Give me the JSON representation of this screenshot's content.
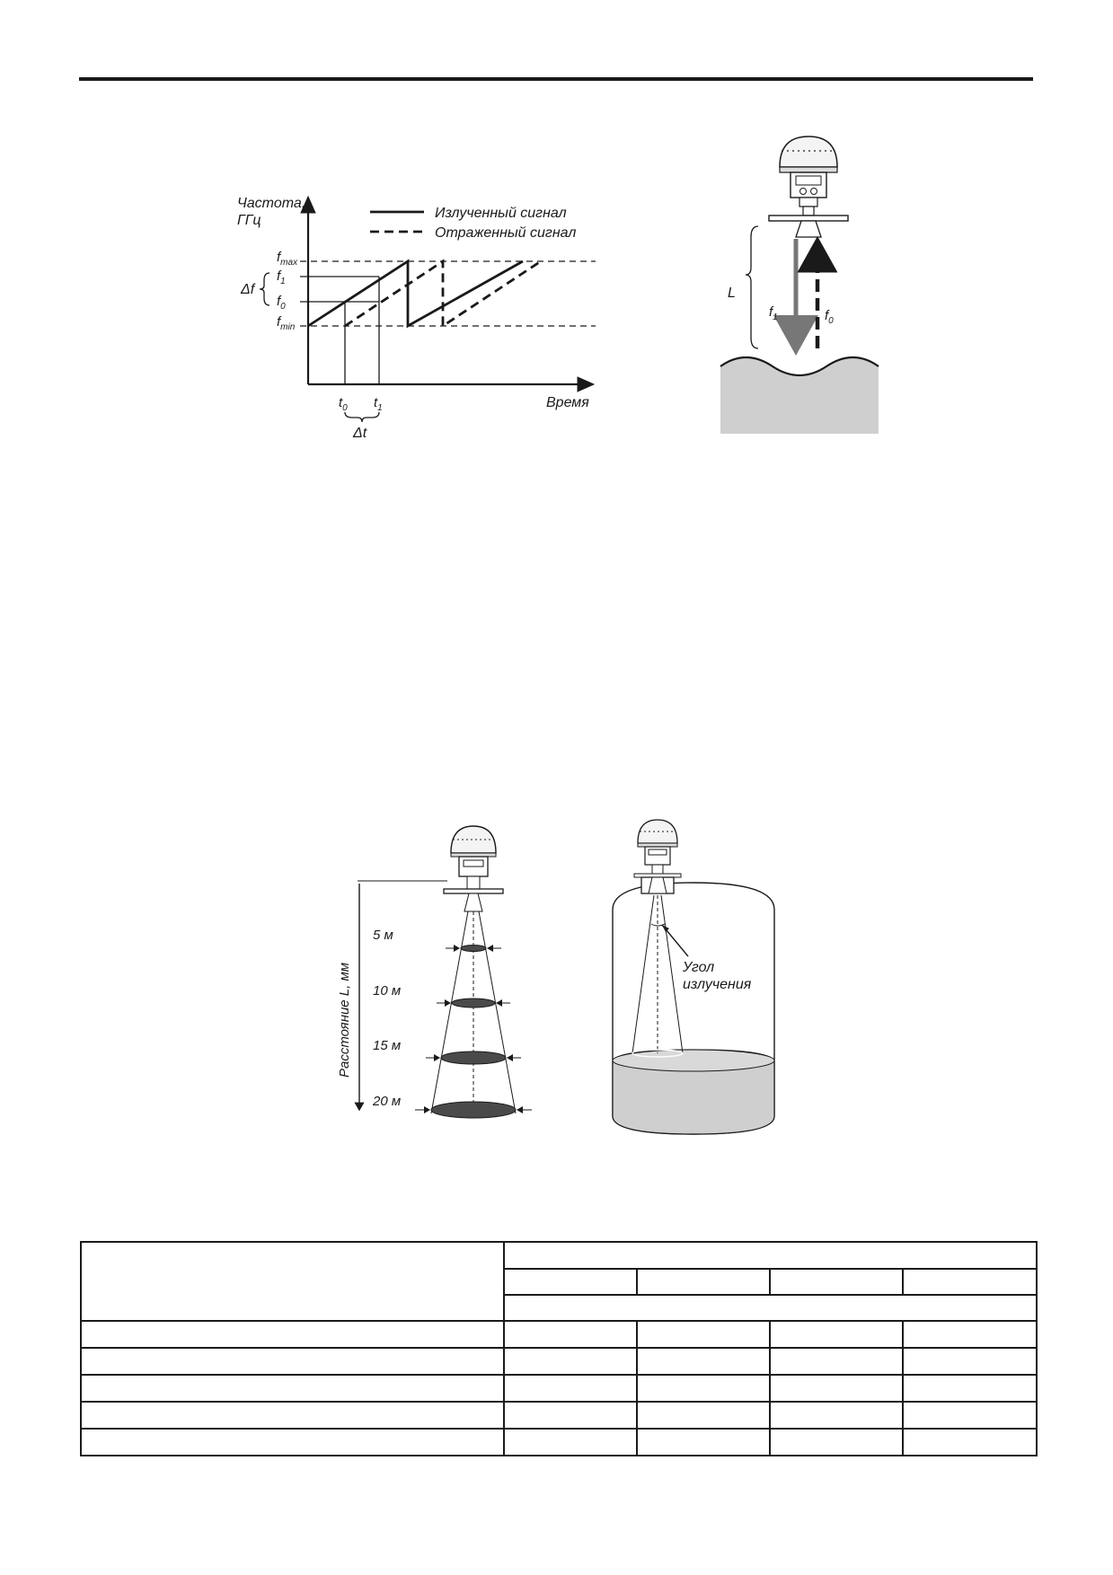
{
  "figure1": {
    "y_axis_label_line1": "Частота,",
    "y_axis_label_line2": "ГГц",
    "x_axis_label": "Время",
    "legend": {
      "emitted": "Излученный сигнал",
      "reflected": "Отраженный сигнал"
    },
    "f_labels": {
      "fmax_base": "f",
      "fmax_sub": "max",
      "f1_base": "f",
      "f1_sub": "1",
      "f0_base": "f",
      "f0_sub": "0",
      "fmin_base": "f",
      "fmin_sub": "min"
    },
    "delta_f": "Δf",
    "t_labels": {
      "t0_base": "t",
      "t0_sub": "0",
      "t1_base": "t",
      "t1_sub": "1"
    },
    "delta_t": "Δt"
  },
  "figure2": {
    "distance_label": "L",
    "f1_base": "f",
    "f1_sub": "1",
    "f0_base": "f",
    "f0_sub": "0"
  },
  "figure3": {
    "axis_label": "Расстояние L, мм",
    "distances": [
      "5 м",
      "10 м",
      "15 м",
      "20 м"
    ]
  },
  "figure4": {
    "angle_label_line1": "Угол",
    "angle_label_line2": "излучения"
  },
  "colors": {
    "ink": "#1a1a1a",
    "liquid": "#cfcfcf",
    "beam_spot": "#4a4a4a",
    "arrow_gray": "#777777"
  }
}
